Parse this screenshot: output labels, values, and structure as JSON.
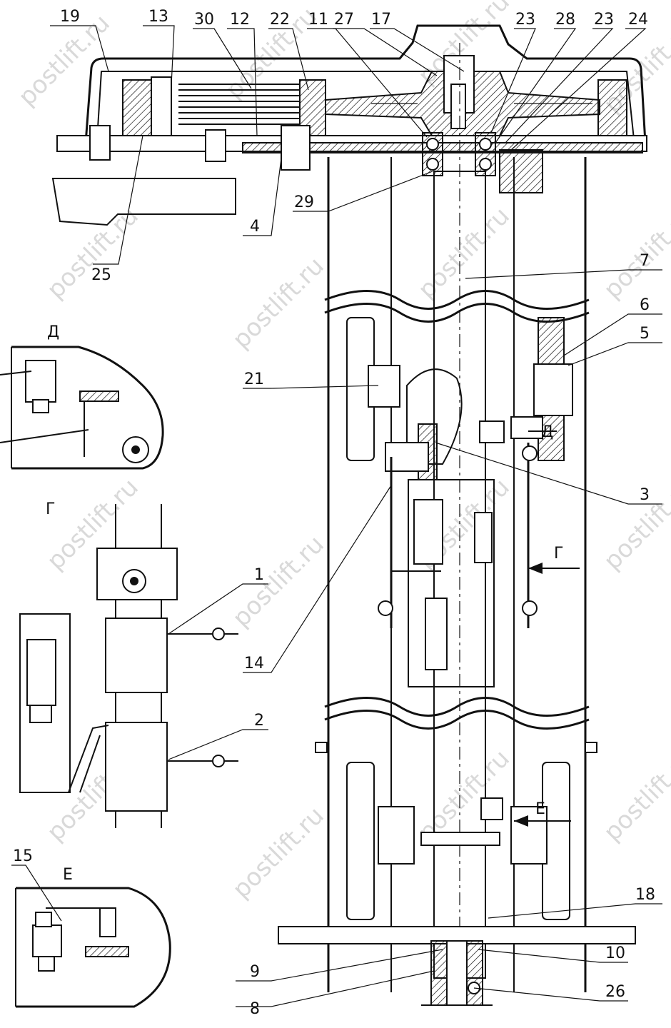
{
  "watermark": "postlift.ru",
  "views": {
    "d": "Д",
    "g": "Г",
    "e": "Е"
  },
  "callouts": {
    "c1": "1",
    "c2": "2",
    "c3": "3",
    "c4": "4",
    "c5": "5",
    "c6": "6",
    "c7": "7",
    "c8": "8",
    "c9": "9",
    "c10": "10",
    "c11": "11",
    "c12": "12",
    "c13": "13",
    "c14": "14",
    "c15": "15",
    "c17": "17",
    "c18": "18",
    "c19": "19",
    "c21": "21",
    "c22": "22",
    "c23a": "23",
    "c23b": "23",
    "c24": "24",
    "c25": "25",
    "c26": "26",
    "c27": "27",
    "c28": "28",
    "c29": "29",
    "c30": "30"
  },
  "arrow_labels": {
    "d_arrow": "Д",
    "g_arrow": "Г",
    "e_arrow": "Е"
  }
}
